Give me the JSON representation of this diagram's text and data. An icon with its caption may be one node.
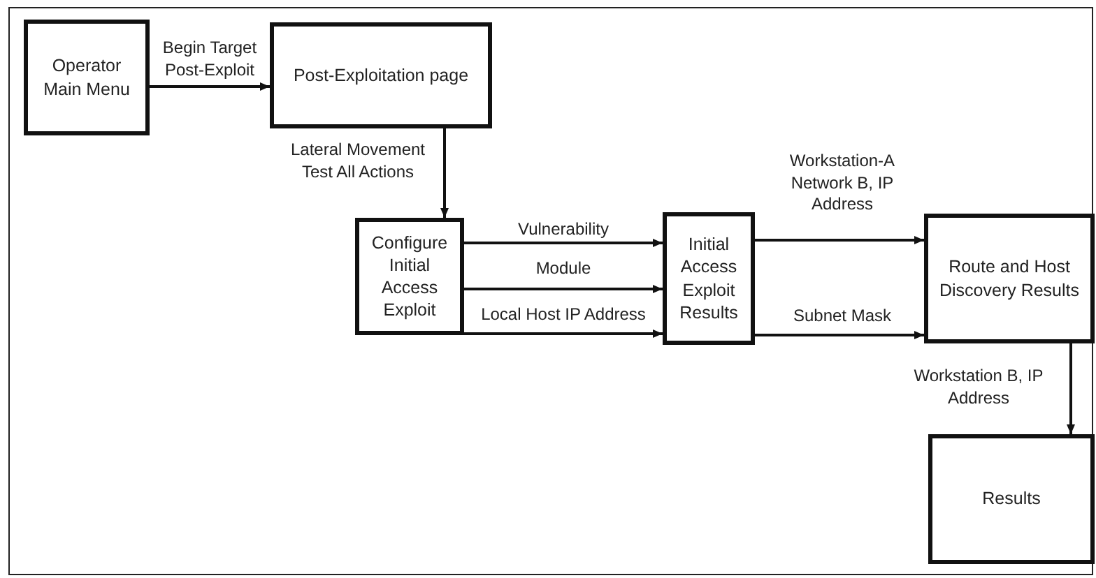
{
  "diagram": {
    "nodes": [
      {
        "text": [
          "Operator Main Menu"
        ]
      },
      {
        "text": [
          "Post-Exploitation page"
        ]
      },
      {
        "text": [
          "Configure Initial Access Exploit"
        ]
      },
      {
        "text": [
          "Initial Access Exploit Results"
        ]
      },
      {
        "text": [
          "Route and Host Discovery Results"
        ]
      },
      {
        "text": [
          "Results"
        ]
      }
    ],
    "edges": [
      {
        "from": 0,
        "to": 1,
        "arrow": "to",
        "label": "Begin Target Post-Exploit"
      },
      {
        "from": 1,
        "to": 2,
        "arrow": "to",
        "label": "Lateral Movement Test All Actions"
      },
      {
        "from": 2,
        "to": 3,
        "arrow": "to",
        "label": "Vulnerability"
      },
      {
        "from": 2,
        "to": 3,
        "arrow": "to",
        "label": "Module"
      },
      {
        "from": 2,
        "to": 3,
        "arrow": "to",
        "label": "Local Host IP Address"
      },
      {
        "from": 3,
        "to": 4,
        "arrow": "to",
        "label": "Workstation-A Network B, IP Address"
      },
      {
        "from": 3,
        "to": 4,
        "arrow": "to",
        "label": "Subnet Mask"
      },
      {
        "from": 4,
        "to": 5,
        "arrow": "to",
        "label": "Workstation B, IP Address"
      }
    ]
  }
}
